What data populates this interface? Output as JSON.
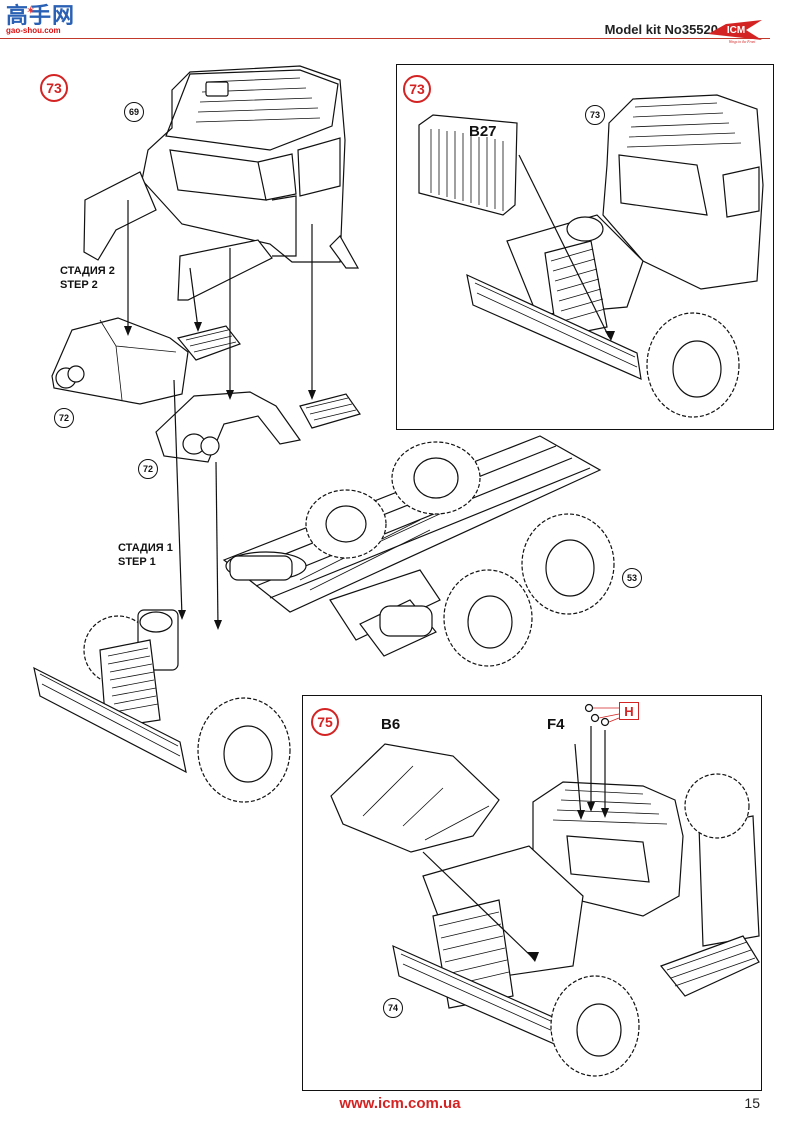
{
  "header": {
    "model_kit": "Model kit No35520",
    "watermark_chars": "高手网",
    "watermark_url": "gao-shou.com",
    "watermark_badge": "✶",
    "logo_text": "ICM",
    "logo_tagline": "Wings in the Front"
  },
  "steps": {
    "main_step_number": "73",
    "inset_top_step_number": "73",
    "inset_bottom_step_number": "75",
    "stage2_ru": "СТАДИЯ 2",
    "stage2_en": "STEP 2",
    "stage1_ru": "СТАДИЯ 1",
    "stage1_en": "STEP 1"
  },
  "refs": {
    "ref_69": "69",
    "ref_72a": "72",
    "ref_72b": "72",
    "ref_53": "53",
    "ref_73_inset": "73",
    "ref_74": "74"
  },
  "parts": {
    "b27": "B27",
    "b6": "B6",
    "f4": "F4",
    "h": "H"
  },
  "footer": {
    "url": "www.icm.com.ua",
    "page_number": "15"
  },
  "colors": {
    "accent_red": "#d42323",
    "line": "#111111",
    "watermark_blue": "#2b61b5"
  }
}
